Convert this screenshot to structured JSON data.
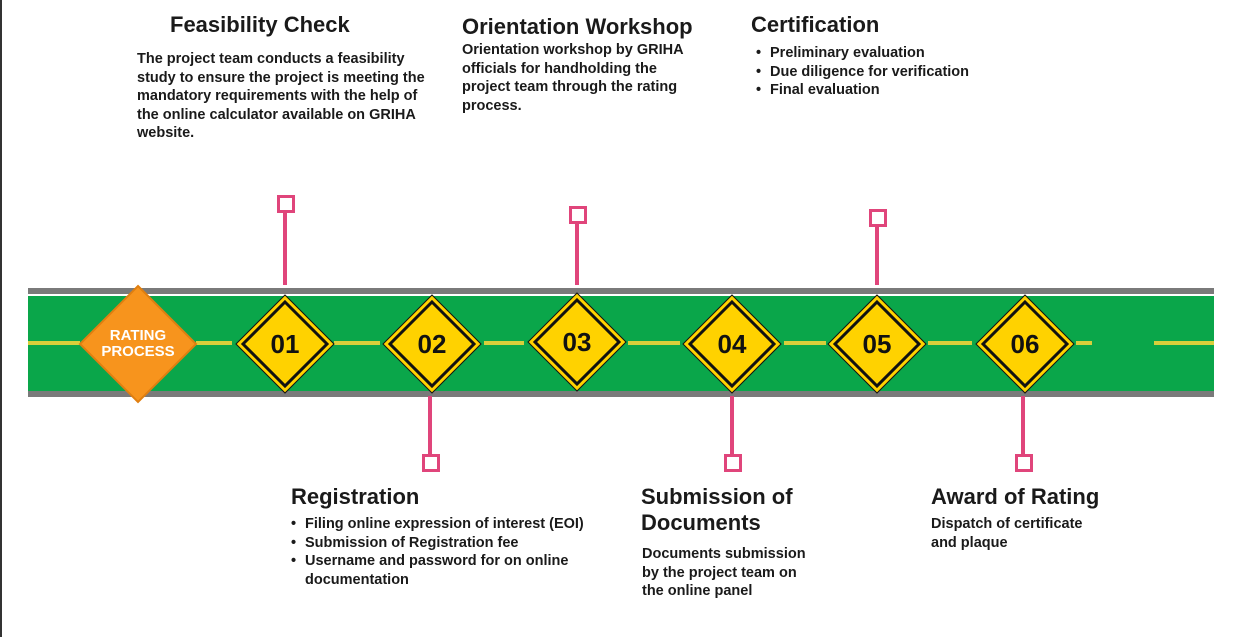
{
  "center": {
    "line1": "RATING",
    "line2": "PROCESS"
  },
  "steps": [
    {
      "number": "01",
      "title": "Feasibility Check",
      "description": "The project team conducts a feasibility study to ensure the project is meeting the mandatory requirements with the help of the online calculator available on GRIHA website."
    },
    {
      "number": "02",
      "title": "Registration",
      "bullets": [
        "Filing online expression of interest (EOI)",
        "Submission of Registration fee",
        "Username and password for on online documentation"
      ]
    },
    {
      "number": "03",
      "title": "Orientation Workshop",
      "description": "Orientation workshop by GRIHA officials for handholding the project team through the rating process."
    },
    {
      "number": "04",
      "title": "Submission of Documents",
      "description": "Documents submission by the project team on the online panel"
    },
    {
      "number": "05",
      "title": "Certification",
      "bullets": [
        "Preliminary evaluation",
        "Due diligence for verification",
        "Final evaluation"
      ]
    },
    {
      "number": "06",
      "title": "Award of Rating",
      "description": "Dispatch of certificate and plaque"
    }
  ],
  "colors": {
    "road": "#0aa64a",
    "road_edge": "#7a7a7a",
    "diamond_fill": "#ffd200",
    "diamond_center": "#f7941d",
    "connector": "#e0457b"
  }
}
